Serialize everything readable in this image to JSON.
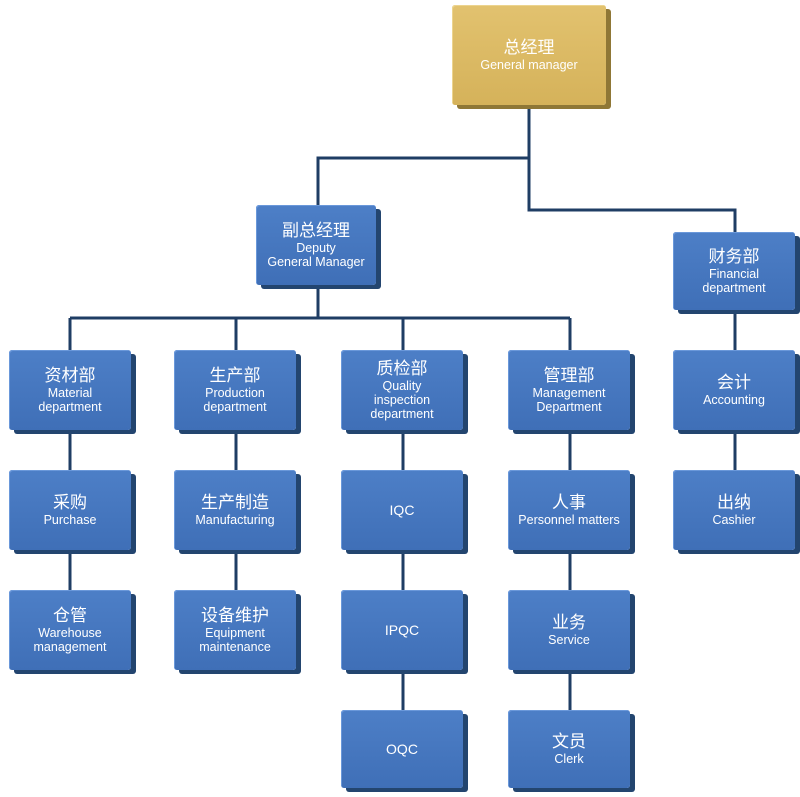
{
  "nodes": {
    "general_manager": {
      "cn": "总经理",
      "en": "General manager"
    },
    "deputy": {
      "cn": "副总经理",
      "en": "Deputy\nGeneral Manager"
    },
    "finance": {
      "cn": "财务部",
      "en": "Financial\ndepartment"
    },
    "material": {
      "cn": "资材部",
      "en": "Material\ndepartment"
    },
    "production": {
      "cn": "生产部",
      "en": "Production\ndepartment"
    },
    "quality": {
      "cn": "质检部",
      "en": "Quality\ninspection\ndepartment"
    },
    "management": {
      "cn": "管理部",
      "en": "Management\nDepartment"
    },
    "accounting": {
      "cn": "会计",
      "en": "Accounting"
    },
    "purchase": {
      "cn": "采购",
      "en": "Purchase"
    },
    "manufacturing": {
      "cn": "生产制造",
      "en": "Manufacturing"
    },
    "iqc": {
      "label": "IQC"
    },
    "personnel": {
      "cn": "人事",
      "en": "Personnel matters"
    },
    "cashier": {
      "cn": "出纳",
      "en": "Cashier"
    },
    "warehouse": {
      "cn": "仓管",
      "en": "Warehouse\nmanagement"
    },
    "equipment": {
      "cn": "设备维护",
      "en": "Equipment\nmaintenance"
    },
    "ipqc": {
      "label": "IPQC"
    },
    "service": {
      "cn": "业务",
      "en": "Service"
    },
    "oqc": {
      "label": "OQC"
    },
    "clerk": {
      "cn": "文员",
      "en": "Clerk"
    }
  },
  "colors": {
    "box_blue": "#4575bf",
    "box_gold": "#d9b660",
    "line": "#1f3d64"
  }
}
